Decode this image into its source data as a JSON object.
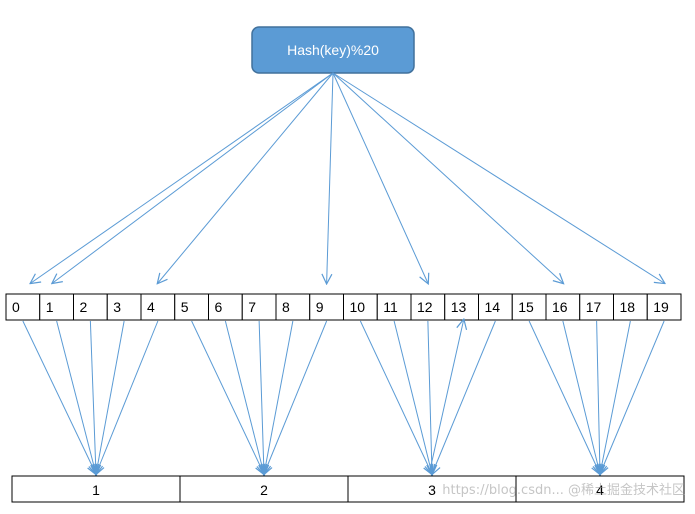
{
  "hash_box": {
    "label": "Hash(key)%20",
    "fill": "#5b9bd5",
    "stroke": "#41719c",
    "text_color": "#ffffff"
  },
  "slots": [
    "0",
    "1",
    "2",
    "3",
    "4",
    "5",
    "6",
    "7",
    "8",
    "9",
    "10",
    "11",
    "12",
    "13",
    "14",
    "15",
    "16",
    "17",
    "18",
    "19"
  ],
  "partitions": [
    "1",
    "2",
    "3",
    "4"
  ],
  "arrow_color": "#5b9bd5",
  "hash_targets": [
    0,
    1,
    4,
    9,
    12,
    16,
    19
  ],
  "groups": [
    [
      0,
      1,
      2,
      3,
      4
    ],
    [
      5,
      6,
      7,
      8,
      9
    ],
    [
      10,
      11,
      12,
      13,
      14
    ],
    [
      15,
      16,
      17,
      18,
      19
    ]
  ],
  "upward_slot": 13,
  "watermark": "https://blog.csdn... @稀土掘金技术社区"
}
